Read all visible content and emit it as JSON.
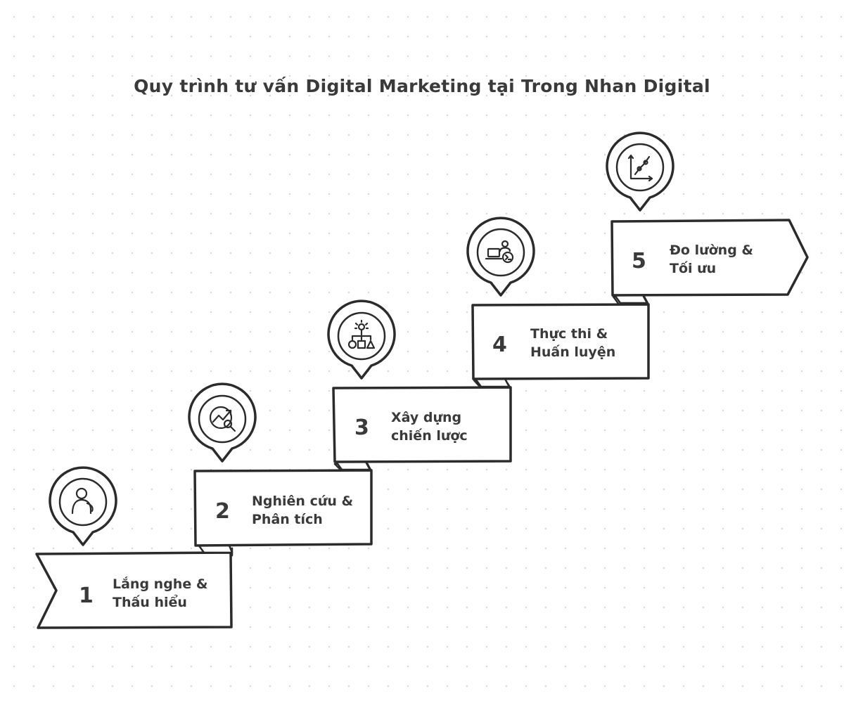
{
  "title": "Quy trình tư vấn Digital Marketing tại Trong Nhan Digital",
  "steps": [
    {
      "number": "1",
      "line1": "Lắng nghe &",
      "line2": "Thấu hiểu",
      "icon": "person-listening-icon"
    },
    {
      "number": "2",
      "line1": "Nghiên cứu &",
      "line2": "Phân tích",
      "icon": "analysis-magnifier-icon"
    },
    {
      "number": "3",
      "line1": "Xây dựng",
      "line2": "chiến lược",
      "icon": "strategy-icon"
    },
    {
      "number": "4",
      "line1": "Thực thi &",
      "line2": "Huấn luyện",
      "icon": "execution-icon"
    },
    {
      "number": "5",
      "line1": "Đo lường &",
      "line2": "Tối ưu",
      "icon": "line-chart-icon"
    }
  ]
}
